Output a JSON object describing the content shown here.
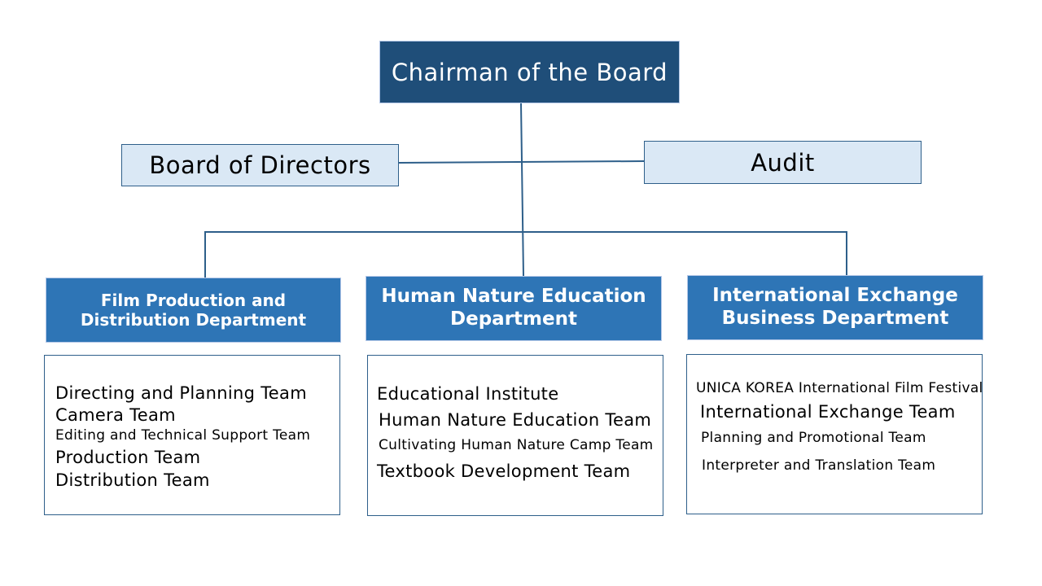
{
  "chairman": "Chairman of the Board",
  "board": "Board of Directors",
  "audit": "Audit",
  "departments": [
    {
      "title_line1": "Film Production and",
      "title_line2": "Distribution Department",
      "teams": [
        "Directing and Planning Team",
        "Camera Team",
        "Editing and Technical Support Team",
        "Production Team",
        "Distribution Team"
      ]
    },
    {
      "title_line1": "Human Nature Education",
      "title_line2": "Department",
      "teams": [
        "Educational Institute",
        "Human Nature Education Team",
        "Cultivating Human Nature Camp Team",
        "Textbook Development Team"
      ]
    },
    {
      "title_line1": "International Exchange",
      "title_line2": "Business Department",
      "teams": [
        "UNICA KOREA International Film Festival",
        "International Exchange Team",
        "Planning and Promotional Team",
        "Interpreter and Translation Team"
      ]
    }
  ],
  "colors": {
    "chairman_fill": "#1f4e79",
    "department_fill": "#2e75b6",
    "light_fill": "#dae8f5",
    "line": "#2e5f8a"
  }
}
